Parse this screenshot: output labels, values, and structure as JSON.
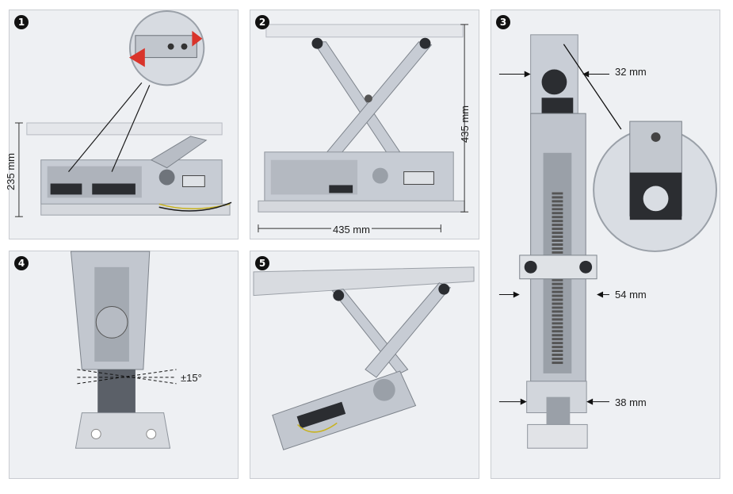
{
  "panels": [
    {
      "number": "1",
      "dimension": "235 mm"
    },
    {
      "number": "2",
      "dimension_height": "435 mm",
      "dimension_width": "435 mm"
    },
    {
      "number": "3",
      "dimension_top": "32 mm",
      "dimension_middle": "54 mm",
      "dimension_bottom": "38 mm"
    },
    {
      "number": "4",
      "tilt": "±15°"
    },
    {
      "number": "5"
    }
  ],
  "colors": {
    "panel_bg": "#eef0f3",
    "metal": "#c9ced6",
    "plate": "#dcdfe4",
    "dark": "#2b2d31",
    "arrow_red": "#d9342b"
  }
}
